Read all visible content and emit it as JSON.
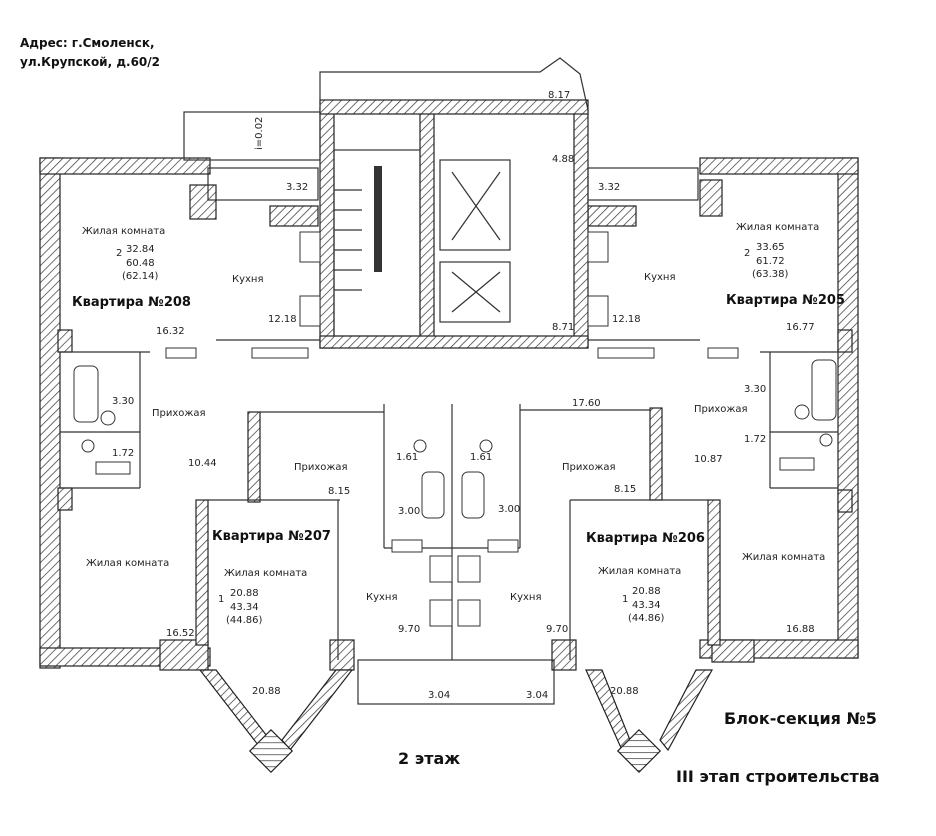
{
  "address": {
    "line1": "Адрес: г.Смоленск,",
    "line2": "ул.Крупской, д.60/2"
  },
  "floor_label": "2 этаж",
  "block_label": "Блок-секция №5",
  "stage_label": "III этап строительства",
  "slope_label": "i=0.02",
  "dims": {
    "top": "8.17",
    "stair": "4.88",
    "hall": "8.71",
    "corridor": "17.60"
  },
  "room_names": {
    "living": "Жилая комната",
    "kitchen": "Кухня",
    "hall": "Прихожая"
  },
  "apartments": [
    {
      "id": "208",
      "label": "Квартира №208",
      "rooms": "2",
      "living_area": "32.84",
      "total": "60.48",
      "total_with_balcony": "(62.14)",
      "balcony": "3.32",
      "kitchen": "12.18",
      "room": "16.32",
      "bath": "3.30",
      "wc": "1.72",
      "hall": "10.44",
      "room2": "16.52"
    },
    {
      "id": "205",
      "label": "Квартира №205",
      "rooms": "2",
      "living_area": "33.65",
      "total": "61.72",
      "total_with_balcony": "(63.38)",
      "balcony": "3.32",
      "kitchen": "12.18",
      "room": "16.77",
      "bath": "3.30",
      "wc": "1.72",
      "hall": "10.87",
      "room2": "16.88"
    },
    {
      "id": "207",
      "label": "Квартира №207",
      "rooms": "1",
      "living_area": "20.88",
      "total": "43.34",
      "total_with_balcony": "(44.86)",
      "room": "20.88",
      "wc": "1.61",
      "bath": "3.00",
      "hall": "8.15",
      "kitchen": "9.70",
      "balcony": "3.04"
    },
    {
      "id": "206",
      "label": "Квартира №206",
      "rooms": "1",
      "living_area": "20.88",
      "total": "43.34",
      "total_with_balcony": "(44.86)",
      "room": "20.88",
      "wc": "1.61",
      "bath": "3.00",
      "hall": "8.15",
      "kitchen": "9.70",
      "balcony": "3.04"
    }
  ]
}
